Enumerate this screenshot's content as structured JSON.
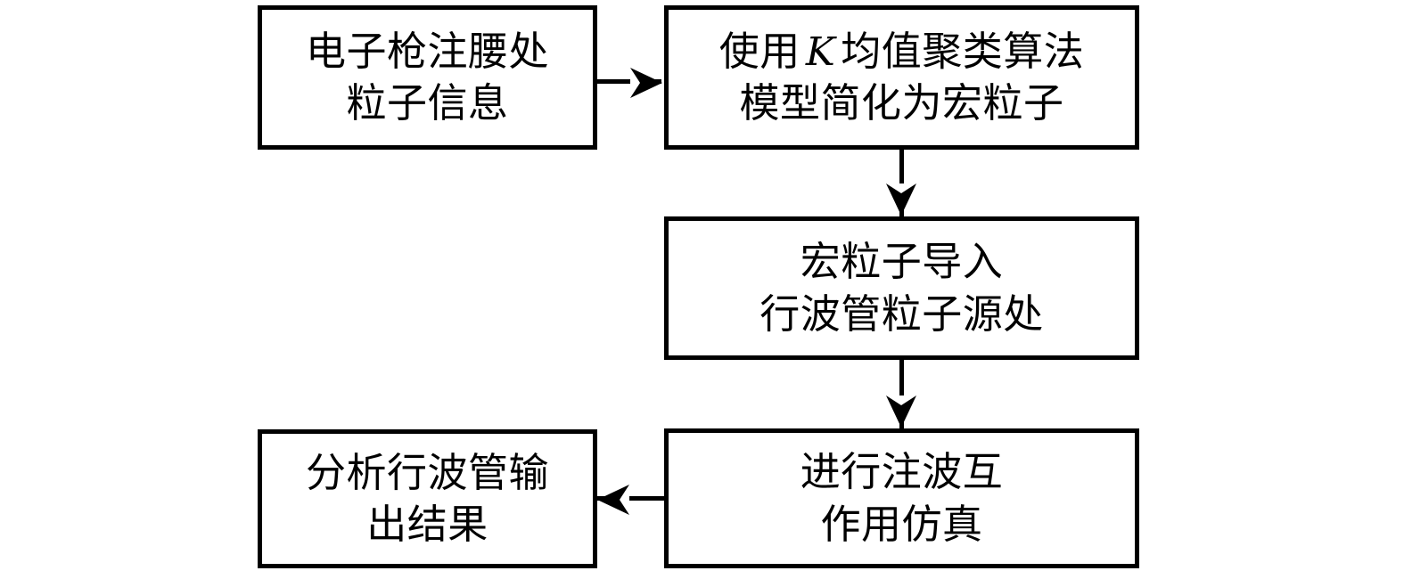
{
  "diagram": {
    "type": "flowchart",
    "orientation": "serpentine",
    "background_color": "#ffffff",
    "stroke_color": "#000000",
    "nodes": [
      {
        "id": "source",
        "name": "electron-gun-particle-info",
        "shape": "rectangle",
        "lines": [
          "电子枪注腰处",
          "粒子信息"
        ]
      },
      {
        "id": "kmeans",
        "name": "kmeans-macroparticle-simplification",
        "shape": "rectangle",
        "line1_pre": "使用",
        "line1_var": "K",
        "line1_post": "均值聚类算法",
        "lines": [
          "使用 K 均值聚类算法",
          "模型简化为宏粒子"
        ],
        "line2": "模型简化为宏粒子"
      },
      {
        "id": "import",
        "name": "import-macroparticles-to-twt-source",
        "shape": "rectangle",
        "lines": [
          "宏粒子导入",
          "行波管粒子源处"
        ]
      },
      {
        "id": "simulate",
        "name": "beam-wave-interaction-simulation",
        "shape": "rectangle",
        "lines": [
          "进行注波互",
          "作用仿真"
        ]
      },
      {
        "id": "analyze",
        "name": "analyze-twt-output-results",
        "shape": "rectangle",
        "lines": [
          "分析行波管输",
          "出结果"
        ]
      }
    ],
    "edges": [
      {
        "id": "source-kmeans",
        "from": "source",
        "to": "kmeans",
        "direction": "right",
        "label": ""
      },
      {
        "id": "kmeans-import",
        "from": "kmeans",
        "to": "import",
        "direction": "down",
        "label": ""
      },
      {
        "id": "import-simulate",
        "from": "import",
        "to": "simulate",
        "direction": "down",
        "label": ""
      },
      {
        "id": "simulate-analyze",
        "from": "simulate",
        "to": "analyze",
        "direction": "left",
        "label": ""
      }
    ]
  }
}
